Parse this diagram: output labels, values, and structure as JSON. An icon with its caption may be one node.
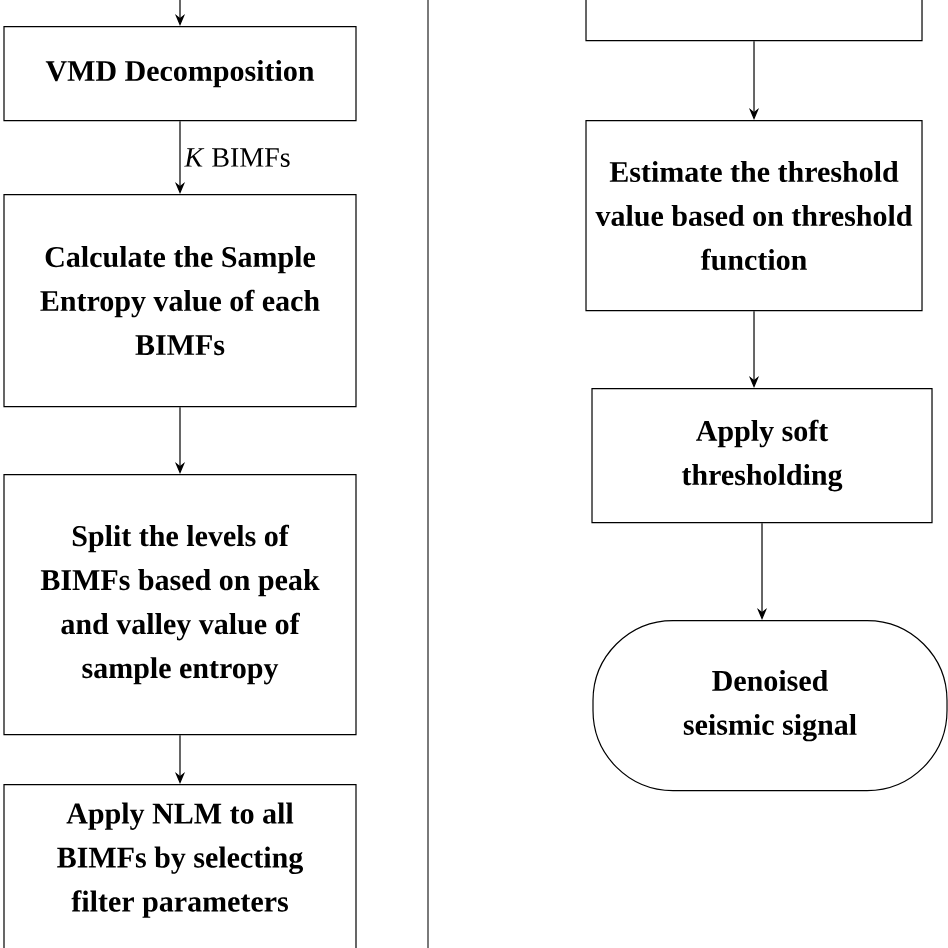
{
  "diagram": {
    "nodes": [
      {
        "text": [
          "VMD Decomposition"
        ]
      },
      {
        "text": [
          "Calculate the Sample Entropy value of each BIMFs"
        ]
      },
      {
        "text": [
          "Split the levels of BIMFs based on peak and valley value of sample entropy"
        ]
      },
      {
        "text": [
          "Apply NLM to all BIMFs by selecting filter parameters"
        ]
      },
      {
        "text": [],
        "shape": "box"
      },
      {
        "text": [
          "Estimate the threshold value based on threshold function"
        ]
      },
      {
        "text": [
          "Apply soft thresholding"
        ]
      },
      {
        "text": [
          "Denoised seismic signal"
        ]
      }
    ],
    "edges": [
      {
        "from": null,
        "to": 0,
        "arrow": "to"
      },
      {
        "from": 0,
        "to": 1,
        "arrow": "to",
        "label": "*K* BIMFs"
      },
      {
        "from": 1,
        "to": 2,
        "arrow": "to"
      },
      {
        "from": 2,
        "to": 3,
        "arrow": "to"
      },
      {
        "from": 4,
        "to": 5,
        "arrow": "to"
      },
      {
        "from": 5,
        "to": 6,
        "arrow": "to"
      },
      {
        "from": 6,
        "to": 7,
        "arrow": "to"
      }
    ]
  }
}
